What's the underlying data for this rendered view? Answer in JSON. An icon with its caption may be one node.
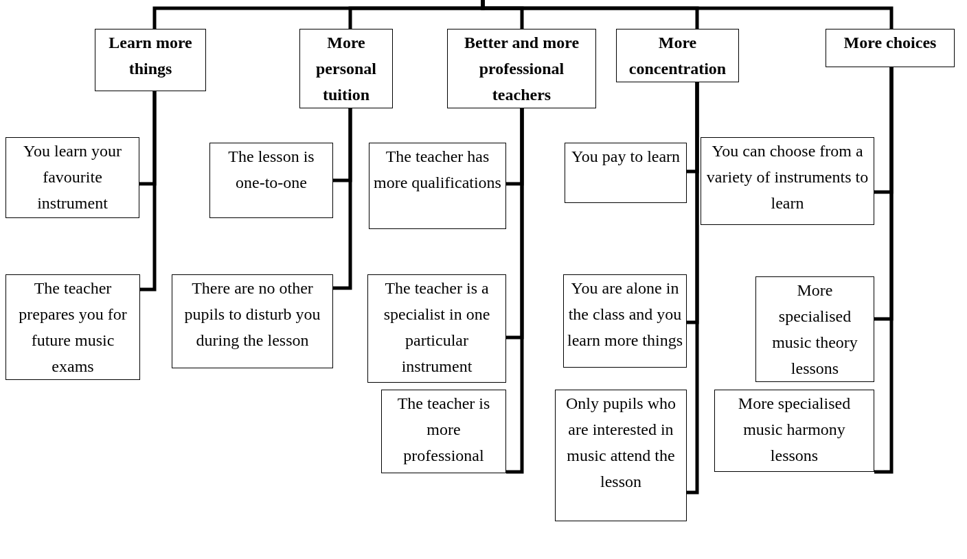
{
  "diagram": {
    "nodes": [
      {
        "text": [
          "Learn more things"
        ]
      },
      {
        "text": [
          "More personal tuition"
        ]
      },
      {
        "text": [
          "Better and more professional teachers"
        ]
      },
      {
        "text": [
          "More concentration"
        ]
      },
      {
        "text": [
          "More choices"
        ]
      },
      {
        "text": [
          "You learn your favourite instrument"
        ]
      },
      {
        "text": [
          "The teacher prepares you for future music exams"
        ]
      },
      {
        "text": [
          "The lesson is one-to-one"
        ]
      },
      {
        "text": [
          "There are no other pupils to disturb you during the lesson"
        ]
      },
      {
        "text": [
          "The teacher has more qualifications"
        ]
      },
      {
        "text": [
          "The teacher is a specialist in one particular instrument"
        ]
      },
      {
        "text": [
          "The teacher is more professional"
        ]
      },
      {
        "text": [
          "You pay to learn"
        ]
      },
      {
        "text": [
          "You are alone in the class and you learn more things"
        ]
      },
      {
        "text": [
          "Only pupils who are interested in music attend the lesson"
        ]
      },
      {
        "text": [
          "You can choose from a variety of instruments to learn"
        ]
      },
      {
        "text": [
          "More specialised music theory lessons"
        ]
      },
      {
        "text": [
          "More specialised music harmony lessons"
        ]
      }
    ],
    "edges": [
      {
        "from": null,
        "to": 0,
        "arrow": "none"
      },
      {
        "from": null,
        "to": 1,
        "arrow": "none"
      },
      {
        "from": null,
        "to": 2,
        "arrow": "none"
      },
      {
        "from": null,
        "to": 3,
        "arrow": "none"
      },
      {
        "from": null,
        "to": 4,
        "arrow": "none"
      },
      {
        "from": 0,
        "to": 5,
        "arrow": "none"
      },
      {
        "from": 0,
        "to": 6,
        "arrow": "none"
      },
      {
        "from": 1,
        "to": 7,
        "arrow": "none"
      },
      {
        "from": 1,
        "to": 8,
        "arrow": "none"
      },
      {
        "from": 2,
        "to": 9,
        "arrow": "none"
      },
      {
        "from": 2,
        "to": 10,
        "arrow": "none"
      },
      {
        "from": 2,
        "to": 11,
        "arrow": "none"
      },
      {
        "from": 3,
        "to": 12,
        "arrow": "none"
      },
      {
        "from": 3,
        "to": 13,
        "arrow": "none"
      },
      {
        "from": 3,
        "to": 14,
        "arrow": "none"
      },
      {
        "from": 4,
        "to": 15,
        "arrow": "none"
      },
      {
        "from": 4,
        "to": 16,
        "arrow": "none"
      },
      {
        "from": 4,
        "to": 17,
        "arrow": "none"
      }
    ]
  }
}
